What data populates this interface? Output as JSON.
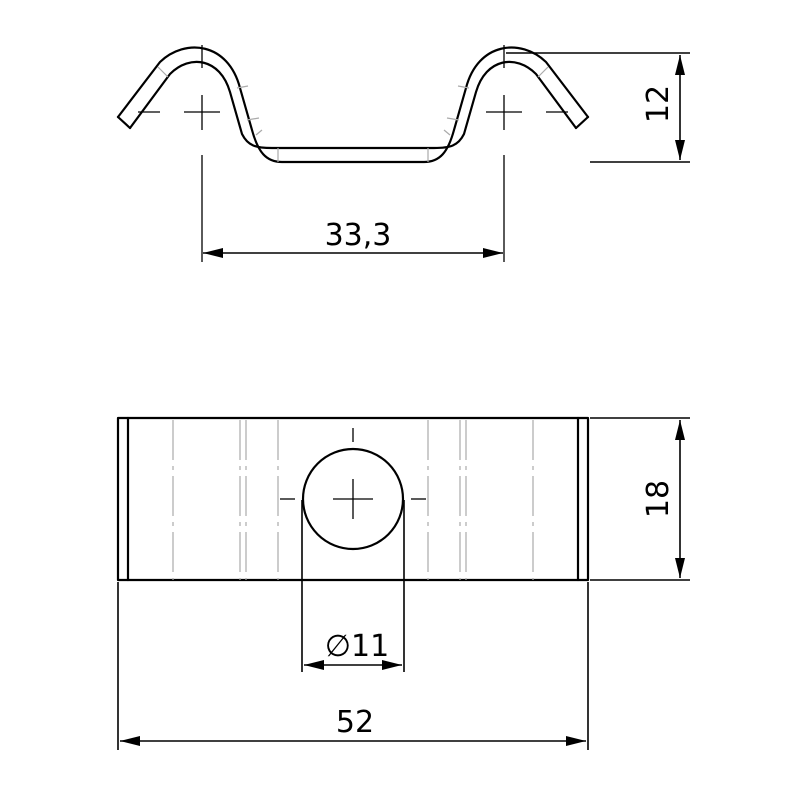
{
  "drawing": {
    "dimensions": {
      "top_height": "12",
      "center_distance": "33,3",
      "width": "18",
      "hole_diameter": "∅11",
      "length": "52"
    }
  }
}
